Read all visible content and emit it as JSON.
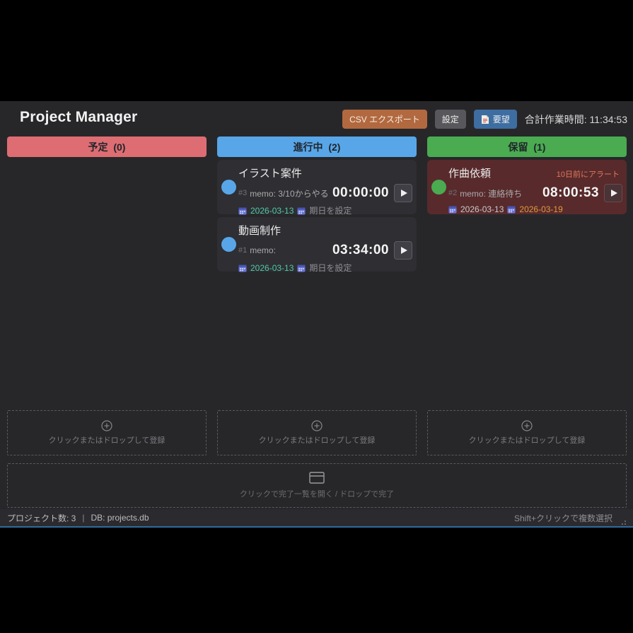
{
  "header": {
    "title": "Project Manager",
    "csv_button": "CSV エクスポート",
    "settings_button": "設定",
    "request_button": "要望",
    "total_time": "合計作業時間: 11:34:53"
  },
  "columns": [
    {
      "label": "予定  (0)",
      "status": "planned",
      "count": 0,
      "cards": []
    },
    {
      "label": "進行中  (2)",
      "status": "doing",
      "count": 2,
      "cards": [
        {
          "title": "イラスト案件",
          "id": "#3",
          "memo": "memo: 3/10からやる",
          "timer": "00:00:00",
          "start_date": "2026-03-13",
          "due_date": "期日を設定"
        },
        {
          "title": "動画制作",
          "id": "#1",
          "memo": "memo:",
          "timer": "03:34:00",
          "start_date": "2026-03-13",
          "due_date": "期日を設定"
        }
      ]
    },
    {
      "label": "保留  (1)",
      "status": "hold",
      "count": 1,
      "cards": [
        {
          "title": "作曲依頼",
          "alert": "10日前にアラート",
          "id": "#2",
          "memo": "memo: 連絡待ち",
          "timer": "08:00:53",
          "start_date": "2026-03-13",
          "due_date": "2026-03-19"
        }
      ]
    }
  ],
  "dropzones": {
    "register_text": "クリックまたはドロップして登録",
    "complete_text": "クリックで完了一覧を開く / ドロップで完了"
  },
  "statusbar": {
    "project_count": "プロジェクト数: 3",
    "separator": "|",
    "db": "DB: projects.db",
    "hint": "Shift+クリックで複数選択"
  },
  "colors": {
    "accent_red": "#dd6d72",
    "accent_blue": "#58a6e8",
    "accent_green": "#4aab50",
    "card_bg": "#2e2e33",
    "hold_card_bg": "#582a2c",
    "date_ok": "#4fc9a2",
    "date_warn": "#e0993c",
    "alert_text": "#e0795a",
    "csv_button_bg": "#b2693f",
    "request_button_bg": "#3e6da1",
    "statusbar_border": "#31699c"
  }
}
